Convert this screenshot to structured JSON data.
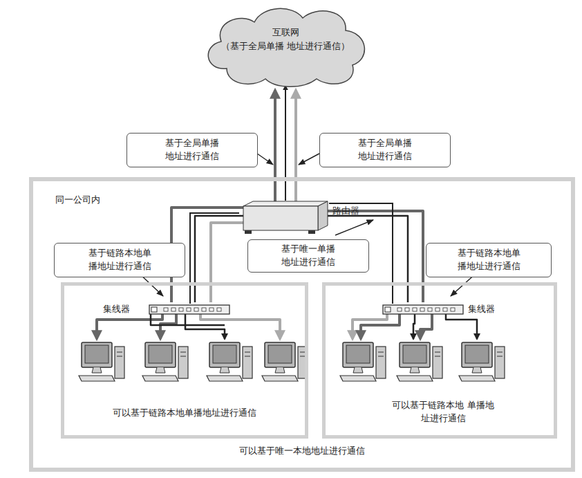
{
  "diagram": {
    "nodes": [
      {
        "text": [
          "互联网",
          "（基于全局单播 地址进行通信）"
        ]
      },
      {
        "text": [
          "基于全局单播 地址进行通信"
        ]
      },
      {
        "text": [
          "基于全局单播 地址进行通信"
        ]
      },
      {
        "text": [
          "同一公司内",
          "可以基于唯一本地地址进行通信"
        ]
      },
      {
        "text": [
          "路由器"
        ],
        "in": 3
      },
      {
        "text": [
          "基于链路本地单 播地址进行通信"
        ],
        "in": 3
      },
      {
        "text": [
          "基于唯一单播 地址进行通信"
        ],
        "in": 3
      },
      {
        "text": [
          "基于链路本地单 播地址进行通信"
        ],
        "in": 3
      },
      {
        "text": [
          "可以基于链路本地单播地址进行通信"
        ],
        "in": 3
      },
      {
        "text": [
          "集线器"
        ],
        "in": 8
      },
      {
        "text": [
          "可以基于链路本地 单播地址进行通信"
        ],
        "in": 3
      },
      {
        "text": [
          "集线器"
        ],
        "in": 10
      }
    ],
    "edges": [
      {
        "from": 4,
        "to": 0,
        "arrow": "to"
      },
      {
        "from": 9,
        "to": 4,
        "arrow": "none"
      },
      {
        "from": 11,
        "to": 4,
        "arrow": "none"
      }
    ]
  }
}
